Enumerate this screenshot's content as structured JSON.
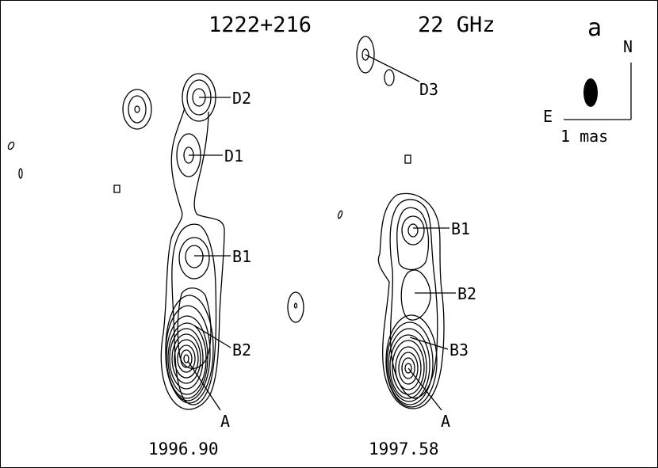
{
  "header": {
    "source": "1222+216",
    "frequency": "22 GHz",
    "panel_letter": "a"
  },
  "compass": {
    "north": "N",
    "east": "E",
    "scale": "1 mas"
  },
  "epochs": [
    {
      "date": "1996.90",
      "components": [
        "D2",
        "D1",
        "B1",
        "B2",
        "A"
      ]
    },
    {
      "date": "1997.58",
      "components": [
        "D3",
        "B1",
        "B2",
        "B3",
        "A"
      ]
    }
  ]
}
